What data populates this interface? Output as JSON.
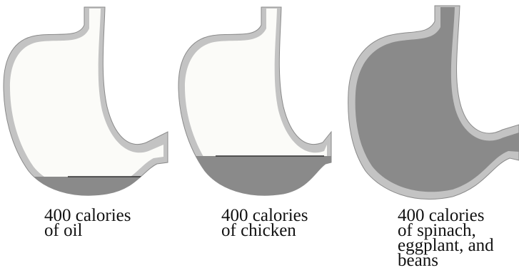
{
  "panels": [
    {
      "caption": [
        "400 calories",
        "of oil"
      ],
      "fill_level": "low"
    },
    {
      "caption": [
        "400 calories",
        "of chicken"
      ],
      "fill_level": "medium"
    },
    {
      "caption": [
        "400 calories",
        "of spinach,",
        "eggplant, and",
        "beans"
      ],
      "fill_level": "full"
    }
  ],
  "colors": {
    "wall": "#c3c3c3",
    "wall_edge": "#7a7a7a",
    "interior": "#fbfbf8",
    "contents": "#8a8a8a",
    "text": "#111111"
  }
}
